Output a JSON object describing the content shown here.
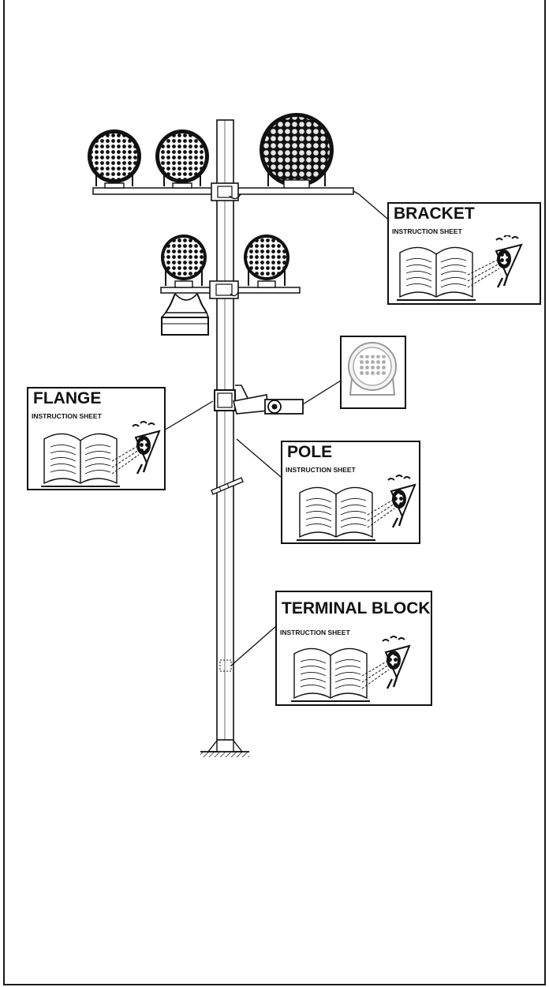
{
  "callouts": {
    "bracket": {
      "title": "BRACKET",
      "subtitle": "INSTRUCTION SHEET",
      "icon": "book-and-eye-icon"
    },
    "flange": {
      "title": "FLANGE",
      "subtitle": "INSTRUCTION SHEET",
      "icon": "book-and-eye-icon"
    },
    "pole": {
      "title": "POLE",
      "subtitle": "INSTRUCTION SHEET",
      "icon": "book-and-eye-icon"
    },
    "terminal_block": {
      "title": "TERMINAL BLOCK",
      "subtitle": "INSTRUCTION SHEET",
      "icon": "book-and-eye-icon"
    }
  },
  "colors": {
    "line": "#111111",
    "background": "#ffffff",
    "fixture_grey": "#bdbdbd"
  }
}
